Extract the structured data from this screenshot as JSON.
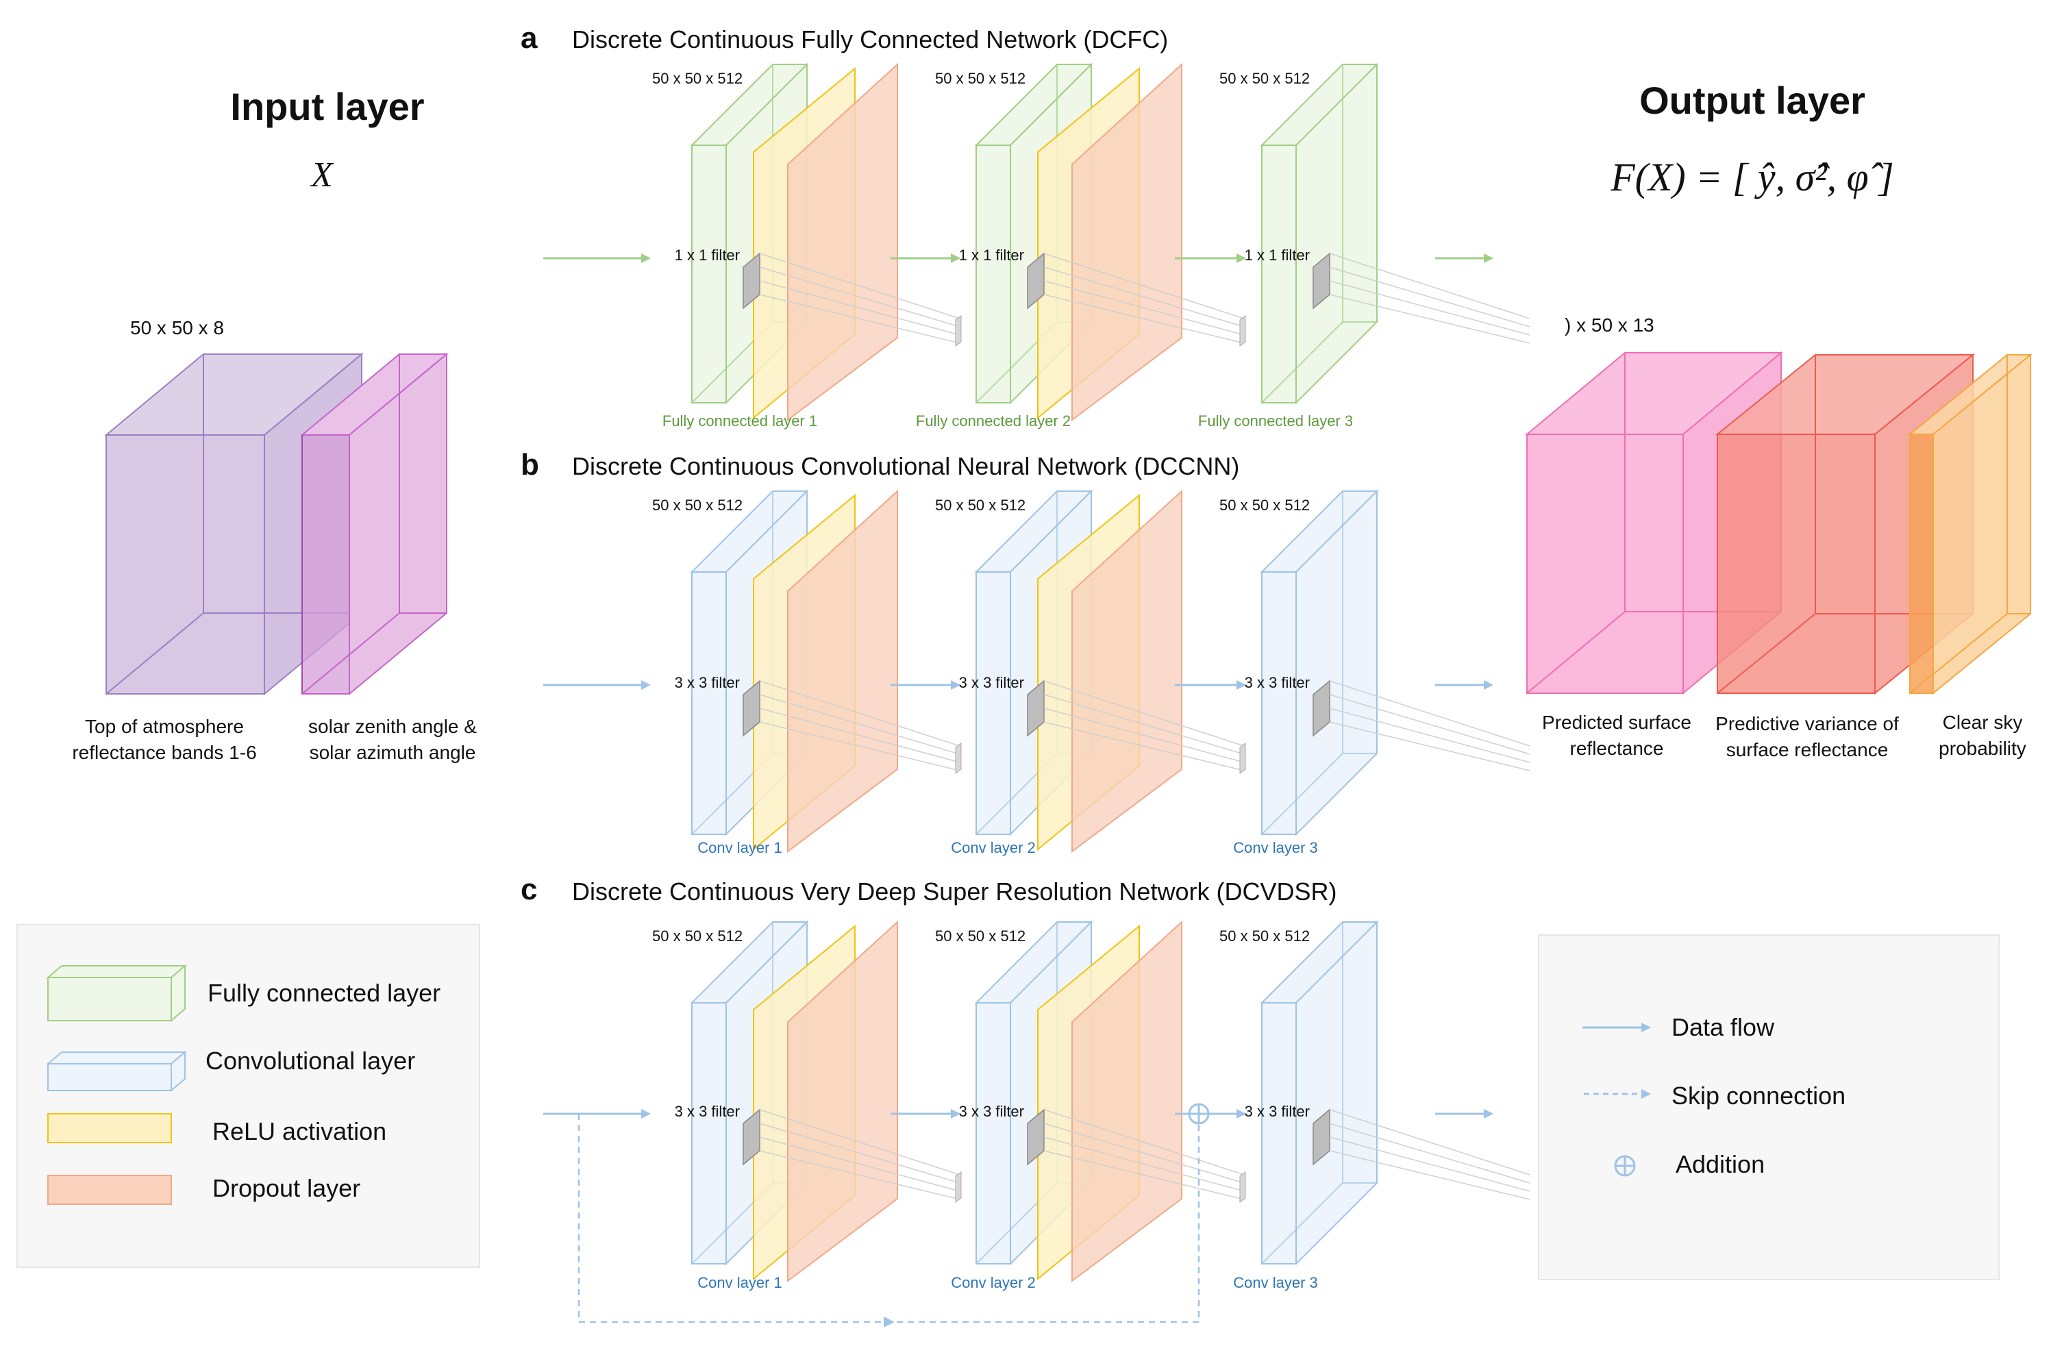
{
  "input": {
    "title": "Input layer",
    "symbol": "X",
    "dims": "50 x 50 x 8",
    "block1_caption": [
      "Top of atmosphere",
      "reflectance bands 1-6"
    ],
    "block2_caption": [
      "solar zenith angle &",
      "solar azimuth angle"
    ]
  },
  "output": {
    "title": "Output layer",
    "formula": "F(X) = [ ŷ, σ̂², φ̂ ]",
    "dims": ") x 50 x 13",
    "captions": [
      [
        "Predicted surface",
        "reflectance"
      ],
      [
        "Predictive variance of",
        "surface reflectance"
      ],
      [
        "Clear sky",
        "probability"
      ]
    ]
  },
  "panels": [
    {
      "letter": "a",
      "title": "Discrete Continuous Fully Connected Network (DCFC)",
      "stages": [
        {
          "dims": "50 x 50 x 512",
          "filter": "1 x 1 filter",
          "label": "Fully connected layer 1"
        },
        {
          "dims": "50 x 50 x 512",
          "filter": "1 x 1 filter",
          "label": "Fully connected layer 2"
        },
        {
          "dims": "50 x 50 x 512",
          "filter": "1 x 1 filter",
          "label": "Fully connected layer 3"
        }
      ]
    },
    {
      "letter": "b",
      "title": "Discrete Continuous Convolutional Neural Network (DCCNN)",
      "stages": [
        {
          "dims": "50 x 50 x 512",
          "filter": "3 x 3 filter",
          "label": "Conv layer 1"
        },
        {
          "dims": "50 x 50 x 512",
          "filter": "3 x 3 filter",
          "label": "Conv layer 2"
        },
        {
          "dims": "50 x 50 x 512",
          "filter": "3 x 3 filter",
          "label": "Conv layer 3"
        }
      ]
    },
    {
      "letter": "c",
      "title": "Discrete Continuous Very Deep Super Resolution Network (DCVDSR)",
      "stages": [
        {
          "dims": "50 x 50 x 512",
          "filter": "3 x 3 filter",
          "label": "Conv layer 1"
        },
        {
          "dims": "50 x 50 x 512",
          "filter": "3 x 3 filter",
          "label": "Conv layer 2"
        },
        {
          "dims": "50 x 50 x 512",
          "filter": "3 x 3 filter",
          "label": "Conv layer 3"
        }
      ]
    }
  ],
  "legend_left": [
    {
      "label": "Fully connected layer",
      "icon": "green-box-icon"
    },
    {
      "label": "Convolutional layer",
      "icon": "blue-box-icon"
    },
    {
      "label": "ReLU activation",
      "icon": "yellow-rect-icon"
    },
    {
      "label": "Dropout layer",
      "icon": "orange-rect-icon"
    }
  ],
  "legend_right": [
    {
      "label": "Data flow",
      "icon": "solid-arrow-icon"
    },
    {
      "label": "Skip connection",
      "icon": "dashed-arrow-icon"
    },
    {
      "label": "Addition",
      "icon": "circled-plus-icon"
    }
  ],
  "colors": {
    "fc_stroke": "#9fcf86",
    "fc_fill": "#eef7e8",
    "conv_stroke": "#9ec3e6",
    "conv_fill": "#edf4fb",
    "relu_stroke": "#f2c313",
    "relu_fill": "#fdf1c4",
    "drop_stroke": "#f1a889",
    "drop_fill": "#f9d1bd",
    "input_purple": "#9b7fc4",
    "input_magenta": "#c266c9",
    "out_pink": "#ef6fb3",
    "out_red": "#ee5a4f",
    "out_orange": "#f4a741",
    "panel_text_green": "#5b9a3c",
    "panel_text_blue": "#2e75b6",
    "legend_bg": "#f7f7f7"
  }
}
